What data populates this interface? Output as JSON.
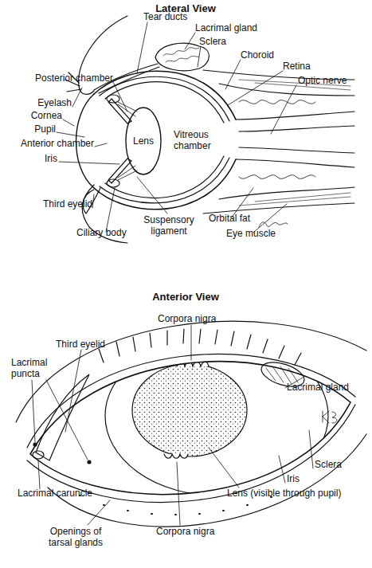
{
  "diagram": {
    "labels": [
      "Lateral View",
      "Tear ducts",
      "Lacrimal gland",
      "Sclera",
      "Choroid",
      "Retina",
      "Posterior chamber",
      "Optic nerve",
      "Eyelash",
      "Cornea",
      "Pupil",
      "Lens",
      "Vitreous chamber",
      "Anterior chamber",
      "Iris",
      "Third eyelid",
      "Suspensory ligament",
      "Orbital fat",
      "Ciliary body",
      "Eye muscle",
      "Anterior View",
      "Corpora nigra",
      "Third eyelid",
      "Lacrimal puncta",
      "Lacrimal gland",
      "Sclera",
      "Iris",
      "Lacrimal caruncle",
      "Lens (visible through pupil)",
      "Openings of tarsal glands",
      "Corpora nigra"
    ]
  }
}
